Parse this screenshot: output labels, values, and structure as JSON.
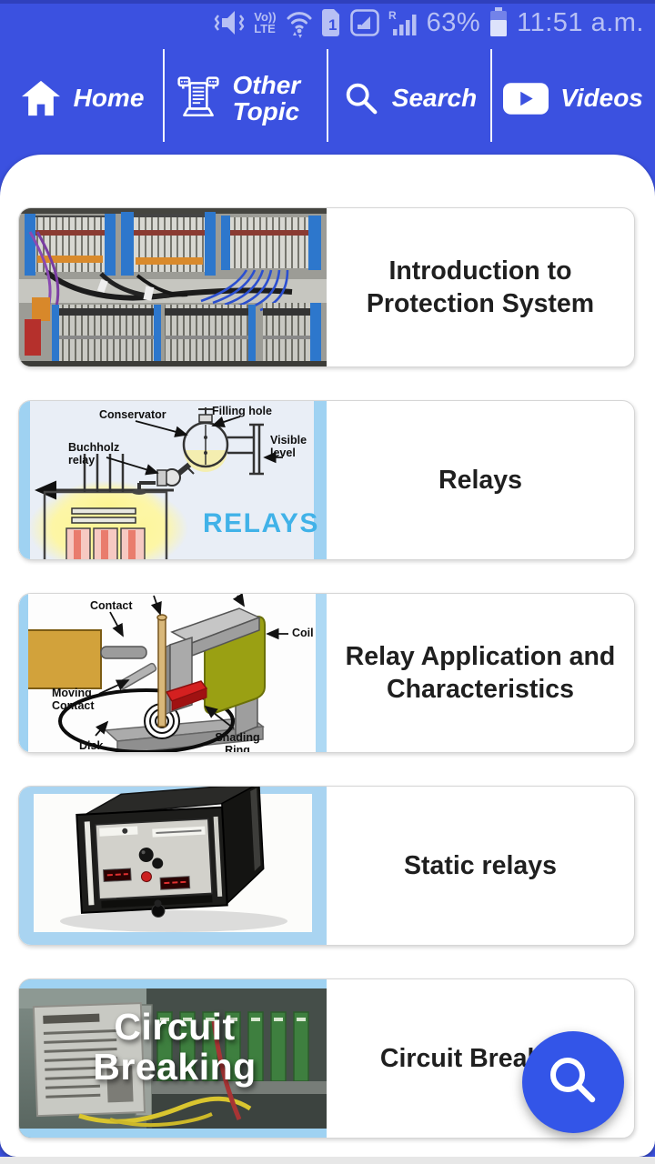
{
  "theme": {
    "primary_blue": "#3b51e0",
    "fab_blue": "#3355e8",
    "status_content": "#b7c0f4",
    "card_border": "#d6d6d6",
    "title_color": "#1f1f1f",
    "accent_light_blue": "#9fd2f2",
    "watermark_blue": "#41b2e8",
    "bottom_strip": "#e7e7e7"
  },
  "status_bar": {
    "network": {
      "line1": "Vo))",
      "line2": "LTE"
    },
    "sim_number": "1",
    "roaming_indicator": "R",
    "battery_percent": "63%",
    "time": "11:51 a.m."
  },
  "nav": {
    "items": [
      {
        "id": "home",
        "label": "Home",
        "icon": "home-icon"
      },
      {
        "id": "other-topic",
        "label": "Other Topic",
        "icon": "topics-kiosk-icon"
      },
      {
        "id": "search",
        "label": "Search",
        "icon": "search-icon"
      },
      {
        "id": "videos",
        "label": "Videos",
        "icon": "youtube-play-icon"
      }
    ]
  },
  "topics": [
    {
      "title": "Introduction to Protection System",
      "image": "protection-panel-photo"
    },
    {
      "title": "Relays",
      "image": "buchholz-relay-diagram",
      "diagram_labels": {
        "conservator": "Conservator",
        "filling_hole": "Filling hole",
        "buchholz_relay": "Buchholz relay",
        "visible_level": "Visible level",
        "watermark": "RELAYS"
      }
    },
    {
      "title": "Relay Application and Characteristics",
      "image": "induction-disc-relay-diagram",
      "diagram_labels": {
        "contact": "Contact",
        "moving_contact": "Moving Contact",
        "disk": "Disk",
        "shading_ring": "Shading Ring",
        "coil": "Coil"
      }
    },
    {
      "title": "Static relays",
      "image": "static-relay-photo"
    },
    {
      "title": "Circuit Breaking",
      "image": "circuit-breaker-panel-photo",
      "image_overlay": "Circuit Breaking"
    }
  ],
  "fab": {
    "icon": "search"
  }
}
